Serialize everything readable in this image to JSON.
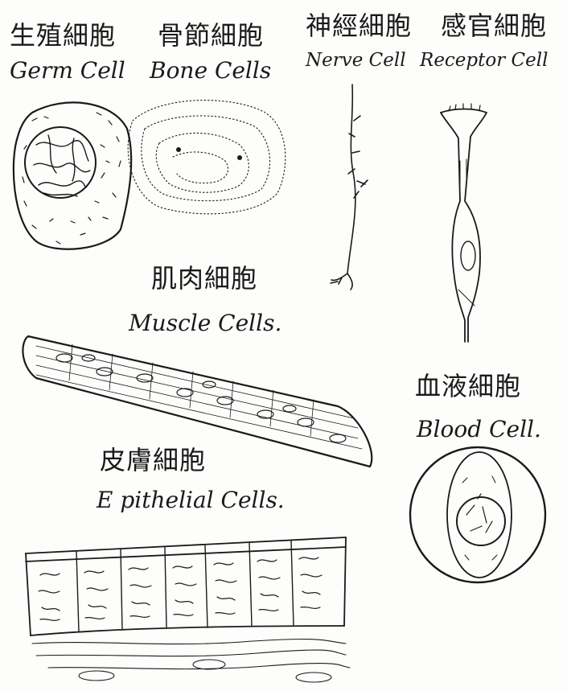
{
  "labels": {
    "germ": {
      "zh": "生殖細胞",
      "en": "Germ Cell"
    },
    "bone": {
      "zh": "骨節細胞",
      "en": "Bone Cells"
    },
    "nerve": {
      "zh": "神經細胞",
      "en": "Nerve Cell"
    },
    "receptor": {
      "zh": "感官細胞",
      "en": "Receptor Cell"
    },
    "muscle": {
      "zh": "肌肉細胞",
      "en": "Muscle Cells."
    },
    "blood": {
      "zh": "血液細胞",
      "en": "Blood Cell."
    },
    "epithelial": {
      "zh": "皮膚細胞",
      "en": "E pithelial Cells."
    }
  },
  "colors": {
    "ink": "#1a1a1a",
    "paper": "#fdfdfb"
  }
}
